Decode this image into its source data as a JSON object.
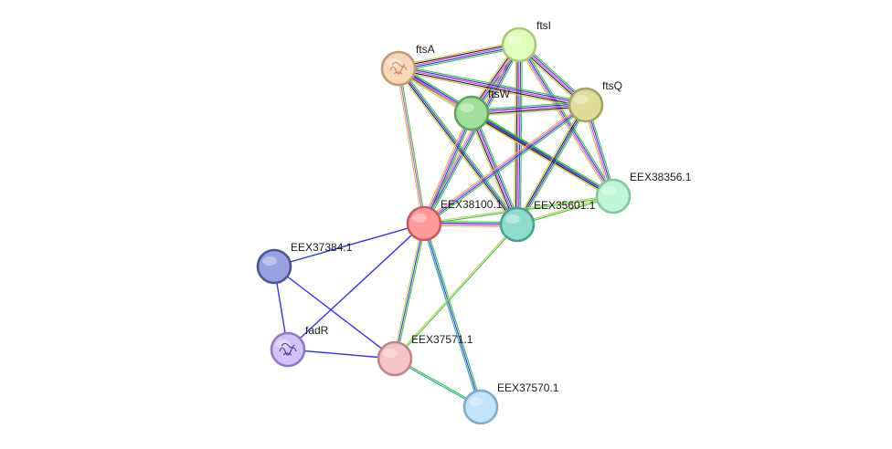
{
  "nodes": [
    {
      "id": "ftsI",
      "label": "ftsI",
      "color": "#e0ffb8",
      "stroke": "#a8c97a"
    },
    {
      "id": "ftsA",
      "label": "ftsA",
      "color": "#f7d7b7",
      "stroke": "#c49a74",
      "structure_icon": true
    },
    {
      "id": "ftsQ",
      "label": "ftsQ",
      "color": "#dede9a",
      "stroke": "#a4a45f"
    },
    {
      "id": "ftsW",
      "label": "ftsW",
      "color": "#9ee09a",
      "stroke": "#5fa45c"
    },
    {
      "id": "EEX38356.1",
      "label": "EEX38356.1",
      "color": "#bff7d6",
      "stroke": "#7fc79c"
    },
    {
      "id": "EEX38100.1",
      "label": "EEX38100.1",
      "color": "#ff9a9a",
      "stroke": "#c85a5a"
    },
    {
      "id": "EEX35601.1",
      "label": "EEX35601.1",
      "color": "#8fdccf",
      "stroke": "#4f9e92"
    },
    {
      "id": "EEX37384.1",
      "label": "EEX37384.1",
      "color": "#97a2e0",
      "stroke": "#4c5694"
    },
    {
      "id": "fadR",
      "label": "fadR",
      "color": "#d3c2f5",
      "stroke": "#8f79c4",
      "structure_icon": true
    },
    {
      "id": "EEX37571.1",
      "label": "EEX37571.1",
      "color": "#f7c4c4",
      "stroke": "#bd8585"
    },
    {
      "id": "EEX37570.1",
      "label": "EEX37570.1",
      "color": "#c2e4fb",
      "stroke": "#7fabc9"
    }
  ],
  "edge_colors": {
    "green": "#33cc33",
    "blue": "#3333ee",
    "magenta": "#dd44dd",
    "black": "#222222",
    "olive": "#c8c850",
    "teal": "#22aaaa"
  },
  "edges": [
    {
      "source": "ftsI",
      "target": "ftsA",
      "types": [
        "green",
        "blue",
        "magenta",
        "black",
        "olive"
      ]
    },
    {
      "source": "ftsI",
      "target": "ftsW",
      "types": [
        "green",
        "blue",
        "magenta",
        "black",
        "olive"
      ]
    },
    {
      "source": "ftsI",
      "target": "ftsQ",
      "types": [
        "green",
        "blue",
        "magenta",
        "black",
        "olive"
      ]
    },
    {
      "source": "ftsI",
      "target": "EEX38356.1",
      "types": [
        "green",
        "blue",
        "magenta",
        "olive"
      ]
    },
    {
      "source": "ftsI",
      "target": "EEX38100.1",
      "types": [
        "green",
        "blue",
        "magenta",
        "olive"
      ]
    },
    {
      "source": "ftsI",
      "target": "EEX35601.1",
      "types": [
        "green",
        "blue",
        "magenta",
        "black",
        "olive"
      ]
    },
    {
      "source": "ftsA",
      "target": "ftsW",
      "types": [
        "green",
        "blue",
        "magenta",
        "black",
        "olive"
      ]
    },
    {
      "source": "ftsA",
      "target": "ftsQ",
      "types": [
        "green",
        "blue",
        "magenta",
        "black",
        "olive"
      ]
    },
    {
      "source": "ftsA",
      "target": "EEX38356.1",
      "types": [
        "green",
        "blue",
        "magenta",
        "olive"
      ]
    },
    {
      "source": "ftsA",
      "target": "EEX38100.1",
      "types": [
        "green",
        "magenta",
        "olive"
      ]
    },
    {
      "source": "ftsA",
      "target": "EEX35601.1",
      "types": [
        "green",
        "blue",
        "black",
        "olive"
      ]
    },
    {
      "source": "ftsW",
      "target": "ftsQ",
      "types": [
        "green",
        "blue",
        "magenta",
        "black",
        "olive"
      ]
    },
    {
      "source": "ftsW",
      "target": "EEX38356.1",
      "types": [
        "green",
        "blue",
        "black",
        "olive"
      ]
    },
    {
      "source": "ftsW",
      "target": "EEX38100.1",
      "types": [
        "green",
        "blue",
        "magenta",
        "olive"
      ]
    },
    {
      "source": "ftsW",
      "target": "EEX35601.1",
      "types": [
        "green",
        "blue",
        "magenta",
        "black",
        "olive"
      ]
    },
    {
      "source": "ftsQ",
      "target": "EEX38356.1",
      "types": [
        "green",
        "blue",
        "magenta",
        "olive"
      ]
    },
    {
      "source": "ftsQ",
      "target": "EEX38100.1",
      "types": [
        "green",
        "blue",
        "magenta",
        "olive"
      ]
    },
    {
      "source": "ftsQ",
      "target": "EEX35601.1",
      "types": [
        "green",
        "blue",
        "black",
        "olive"
      ]
    },
    {
      "source": "EEX38356.1",
      "target": "EEX38100.1",
      "types": [
        "green",
        "olive"
      ]
    },
    {
      "source": "EEX38356.1",
      "target": "EEX35601.1",
      "types": [
        "green",
        "olive"
      ]
    },
    {
      "source": "EEX38100.1",
      "target": "EEX35601.1",
      "types": [
        "green",
        "blue",
        "magenta",
        "olive"
      ]
    },
    {
      "source": "EEX38100.1",
      "target": "EEX37384.1",
      "types": [
        "blue"
      ]
    },
    {
      "source": "EEX38100.1",
      "target": "fadR",
      "types": [
        "blue"
      ]
    },
    {
      "source": "EEX38100.1",
      "target": "EEX37571.1",
      "types": [
        "green",
        "blue",
        "olive"
      ]
    },
    {
      "source": "EEX38100.1",
      "target": "EEX37570.1",
      "types": [
        "green",
        "blue",
        "teal"
      ]
    },
    {
      "source": "EEX35601.1",
      "target": "EEX37571.1",
      "types": [
        "green",
        "olive"
      ]
    },
    {
      "source": "EEX37384.1",
      "target": "fadR",
      "types": [
        "blue"
      ]
    },
    {
      "source": "EEX37384.1",
      "target": "EEX37571.1",
      "types": [
        "blue"
      ]
    },
    {
      "source": "fadR",
      "target": "EEX37571.1",
      "types": [
        "blue"
      ]
    },
    {
      "source": "EEX37571.1",
      "target": "EEX37570.1",
      "types": [
        "green",
        "teal"
      ]
    }
  ]
}
